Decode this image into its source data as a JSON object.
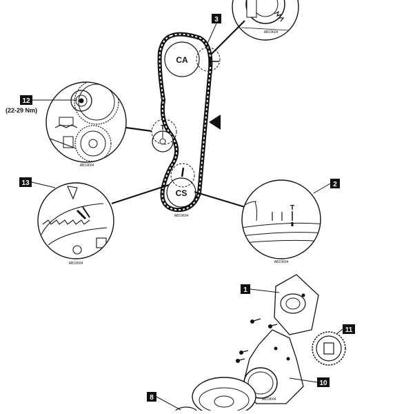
{
  "callouts": {
    "c1": "1",
    "c2": "2",
    "c3": "3",
    "c8": "8",
    "c10": "10",
    "c11": "11",
    "c12": "12",
    "c13": "13"
  },
  "torque": "(22-29 Nm)",
  "pulleys": {
    "camshaft": "CA",
    "crankshaft": "CS",
    "tensioner_mark": "T"
  },
  "detail_mark_T": "T",
  "figure_codes": {
    "top": "AB19604",
    "tensioner": "AB19604",
    "belt": "AB19604",
    "crank_tooth": "AB19604",
    "crank_mark": "AB19604",
    "cover": "AB19604"
  },
  "colors": {
    "ink": "#111111",
    "callout_bg": "#111111",
    "callout_text": "#ffffff"
  }
}
